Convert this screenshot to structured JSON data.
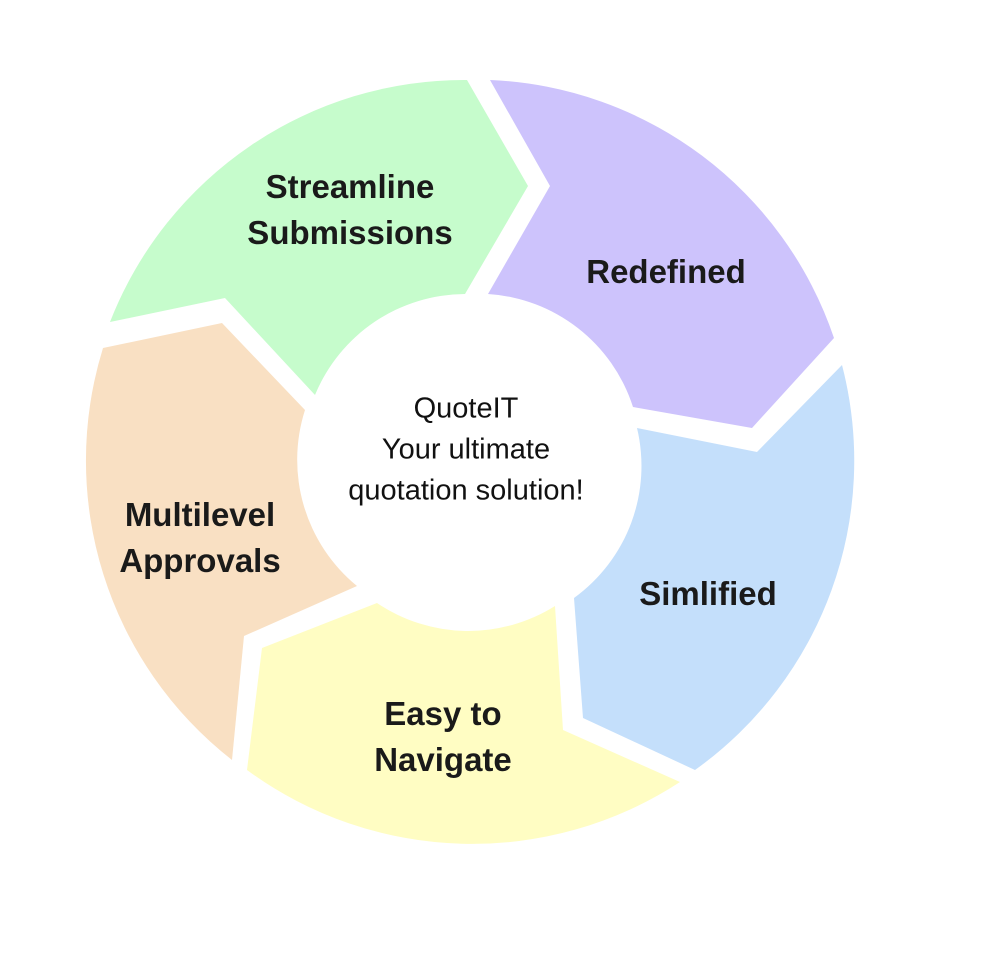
{
  "center": {
    "lines": [
      "QuoteIT",
      "Your ultimate",
      "quotation solution!"
    ]
  },
  "segments": [
    {
      "id": "streamline",
      "lines": [
        "Streamline",
        "Submissions"
      ],
      "color": "#c6fccc"
    },
    {
      "id": "redefined",
      "lines": [
        "Redefined"
      ],
      "color": "#cdc3fc"
    },
    {
      "id": "simlified",
      "lines": [
        "Simlified"
      ],
      "color": "#c4dffb"
    },
    {
      "id": "easy",
      "lines": [
        "Easy to",
        "Navigate"
      ],
      "color": "#fffdc3"
    },
    {
      "id": "multilevel",
      "lines": [
        "Multilevel",
        "Approvals"
      ],
      "color": "#f9e0c3"
    }
  ]
}
